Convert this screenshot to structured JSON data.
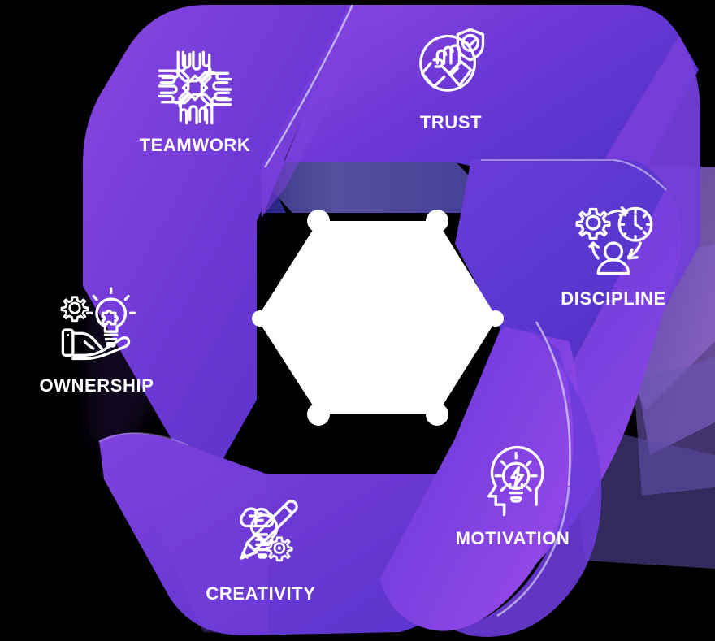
{
  "graphic": {
    "type": "hexagonal-cycle-infographic",
    "title": "",
    "segment_count": 6,
    "center_shape": "white-hexagon",
    "background": "#000000",
    "colors": {
      "violet_light": "#8A46E0",
      "violet": "#7436D8",
      "violet_mid": "#6A35D0",
      "indigo": "#5232C8",
      "indigo_deep": "#4430BE",
      "blue_violet": "#4A3BD0",
      "magenta_violet": "#9B4BE6",
      "shadow": "#5A54A8",
      "shadow_dark": "#3C3A86",
      "edge_highlight": "#C8C2EC",
      "center_fill": "#FFFFFF",
      "label_text": "#FFFFFF"
    }
  },
  "nodes": [
    {
      "id": "teamwork",
      "label": "TEAMWORK",
      "icon": "four-hands-teamwork-icon",
      "position": "top-left"
    },
    {
      "id": "trust",
      "label": "TRUST",
      "icon": "handshake-shield-check-icon",
      "position": "top-right"
    },
    {
      "id": "discipline",
      "label": "DISCIPLINE",
      "icon": "gear-clock-person-cycle-icon",
      "position": "right"
    },
    {
      "id": "ownership",
      "label": "OWNERSHIP",
      "icon": "hand-holding-lightbulb-gear-icon",
      "position": "left"
    },
    {
      "id": "creativity",
      "label": "CREATIVITY",
      "icon": "brain-bulb-pencil-gear-icon",
      "position": "bottom-left"
    },
    {
      "id": "motivation",
      "label": "MOTIVATION",
      "icon": "head-lightbulb-bolt-icon",
      "position": "bottom-right"
    }
  ]
}
